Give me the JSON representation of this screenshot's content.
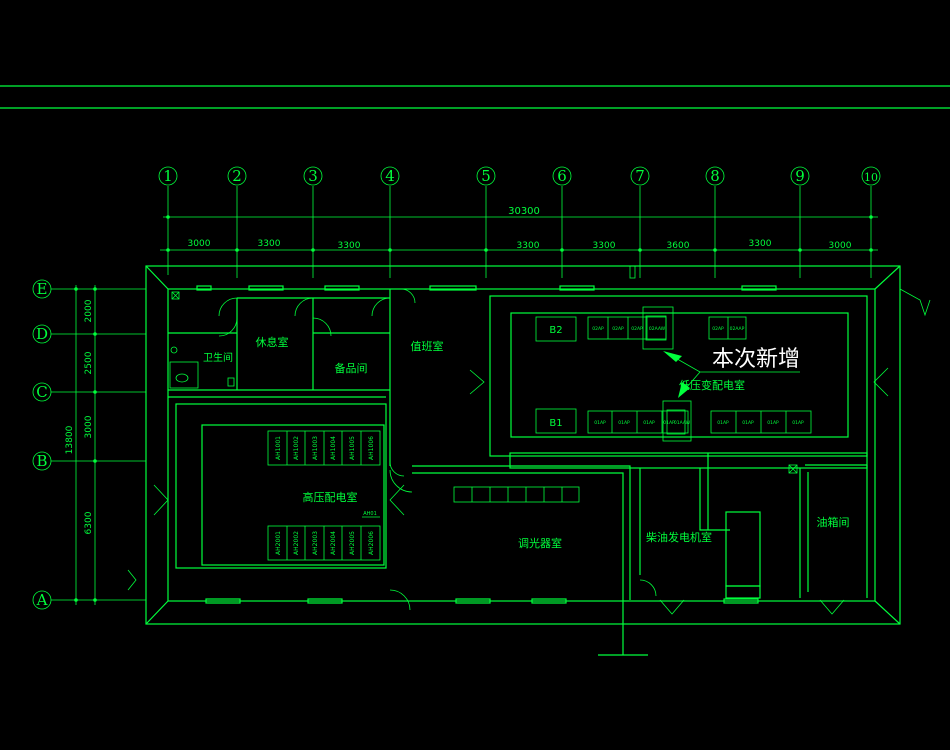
{
  "colors": {
    "line": "#00ff3c",
    "background": "#000000",
    "callout": "#ffffff"
  },
  "axes_columns": [
    "1",
    "2",
    "3",
    "4",
    "5",
    "6",
    "7",
    "8",
    "9",
    "10"
  ],
  "axes_rows": [
    "E",
    "D",
    "C",
    "B",
    "A"
  ],
  "dim_total": "30300",
  "dims_columns": [
    "3000",
    "3300",
    "3300",
    "3300",
    "3300",
    "3600",
    "3300",
    "3000"
  ],
  "dims_rows": [
    "2000",
    "2500",
    "3000",
    "6300"
  ],
  "dim_rows_total": "13800",
  "rooms": {
    "toilet": "卫生间",
    "rest": "休息室",
    "spare": "备品间",
    "duty": "值班室",
    "lv_room": "低压变配电室",
    "hv_room": "高压配电室",
    "dimmer": "调光器室",
    "generator": "柴油发电机室",
    "oil": "油箱间"
  },
  "callout_text": "本次新增",
  "transformers": {
    "t2": "B2",
    "t1": "B1"
  },
  "hv_cabinets_top": [
    "AH1001",
    "AH1002",
    "AH1003",
    "AH1004",
    "AH1005",
    "AH1006"
  ],
  "hv_cabinets_bottom": [
    "AH2001",
    "AH2002",
    "AH2003",
    "AH2004",
    "AH2005",
    "AH2006"
  ],
  "hv_small_label": "AH01",
  "lv_panels_top_group1": [
    "02AP",
    "02AP",
    "02AP"
  ],
  "lv_panels_top_new": "02AAW",
  "lv_panels_top_group2": [
    "02AP",
    "02AAP"
  ],
  "lv_panels_bottom_group1": [
    "01AP",
    "01AP",
    "01AP",
    "01AP"
  ],
  "lv_panels_bottom_new": "01AAW",
  "lv_panels_bottom_group2": [
    "01AP",
    "01AP",
    "01AP",
    "01AP"
  ]
}
